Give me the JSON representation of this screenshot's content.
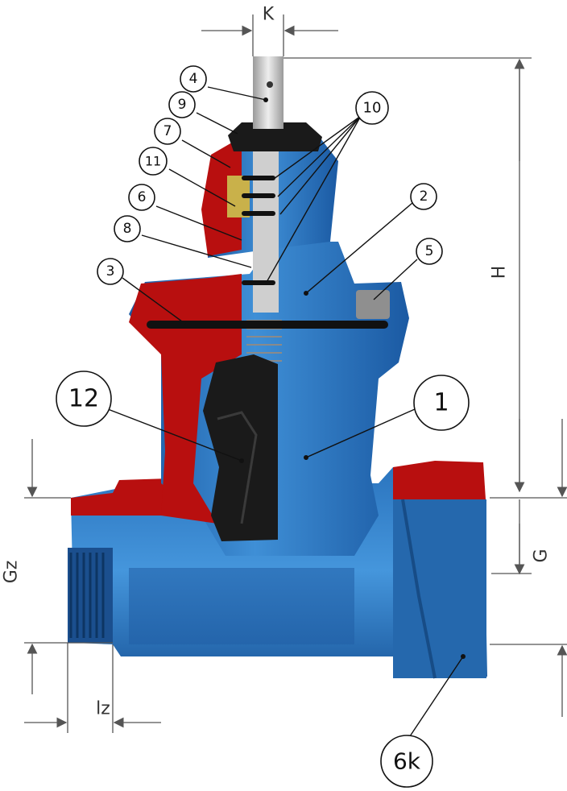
{
  "diagram": {
    "dimensions": {
      "k": "K",
      "h": "H",
      "g": "G",
      "gz": "Gz",
      "lz": "lz"
    },
    "callouts": {
      "c1": "1",
      "c2": "2",
      "c3": "3",
      "c4": "4",
      "c5": "5",
      "c6": "6",
      "c7": "7",
      "c8": "8",
      "c9": "9",
      "c10": "10",
      "c11": "11",
      "c12": "12",
      "c6k": "6k"
    },
    "colors": {
      "body_blue": "#2f7fc9",
      "body_blue_dark": "#1e5fa8",
      "section_red": "#b80f0f",
      "wedge_black": "#1a1a1a",
      "stem_grey": "#c8c8c8",
      "gland_yellow": "#c9b14a"
    }
  }
}
